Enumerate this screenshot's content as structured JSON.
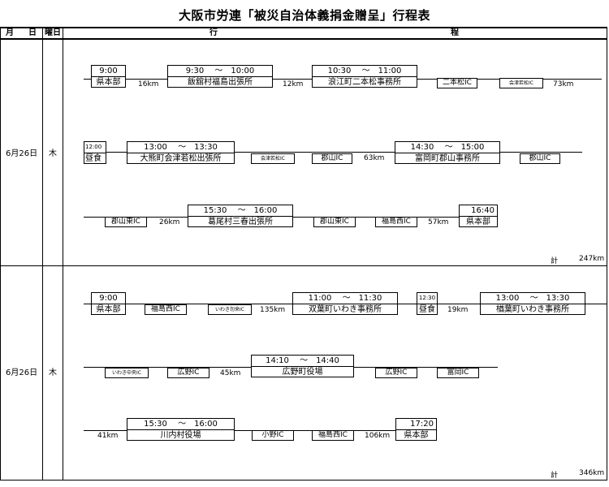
{
  "title": "大阪市労連「被災自治体義捐金贈呈」行程表",
  "headers": {
    "month": "月",
    "day": "日",
    "weekday": "曜日",
    "itinerary_a": "行",
    "itinerary_b": "程"
  },
  "day1": {
    "date": "6月26日",
    "weekday": "木",
    "r1": {
      "b1_time": "9:00",
      "b1_name": "県本部",
      "km1": "16km",
      "b2_time": "9:30　 ～　10:00",
      "b2_name": "飯舘村福島出張所",
      "km2": "12km",
      "b3_time": "10:30　 ～　11:00",
      "b3_name": "浪江町二本松事務所",
      "ic1": "二本松IC",
      "ic2": "会津若松IC",
      "km3": "73km"
    },
    "r2": {
      "b1_time": "12:00",
      "b1_name": "昼食",
      "b2_time": "13:00　 ～　13:30",
      "b2_name": "大熊町会津若松出張所",
      "ic1": "会津若松IC",
      "ic2": "郡山IC",
      "km1": "63km",
      "b3_time": "14:30　 ～　15:00",
      "b3_name": "富岡町郡山事務所",
      "ic3": "郡山IC"
    },
    "r3": {
      "ic1": "郡山東IC",
      "km1": "26km",
      "b1_time": "15:30　 ～　16:00",
      "b1_name": "葛尾村三春出張所",
      "ic2": "郡山東IC",
      "ic3": "福島西IC",
      "km2": "57km",
      "b2_time": "16:40",
      "b2_name": "県本部"
    },
    "total_label": "計",
    "total_value": "247km"
  },
  "day2": {
    "date": "6月26日",
    "weekday": "木",
    "r1": {
      "b1_time": "9:00",
      "b1_name": "県本部",
      "ic1": "福島西IC",
      "ic2": "いわき勿来IC",
      "km1": "135km",
      "b2_time": "11:00　 ～　11:30",
      "b2_name": "双葉町いわき事務所",
      "b3_time": "12:30",
      "b3_name": "昼食",
      "km2": "19km",
      "b4_time": "13:00　 ～　13:30",
      "b4_name": "楢葉町いわき事務所"
    },
    "r2": {
      "ic1": "いわき中央IC",
      "ic2": "広野IC",
      "km1": "45km",
      "b1_time": "14:10　 ～　14:40",
      "b1_name": "広野町役場",
      "ic3": "広野IC",
      "ic4": "富岡IC"
    },
    "r3": {
      "km1": "41km",
      "b1_time": "15:30　 ～　16:00",
      "b1_name": "川内村役場",
      "ic1": "小野IC",
      "ic2": "福島西IC",
      "km2": "106km",
      "b2_time": "17:20",
      "b2_name": "県本部"
    },
    "total_label": "計",
    "total_value": "346km"
  }
}
